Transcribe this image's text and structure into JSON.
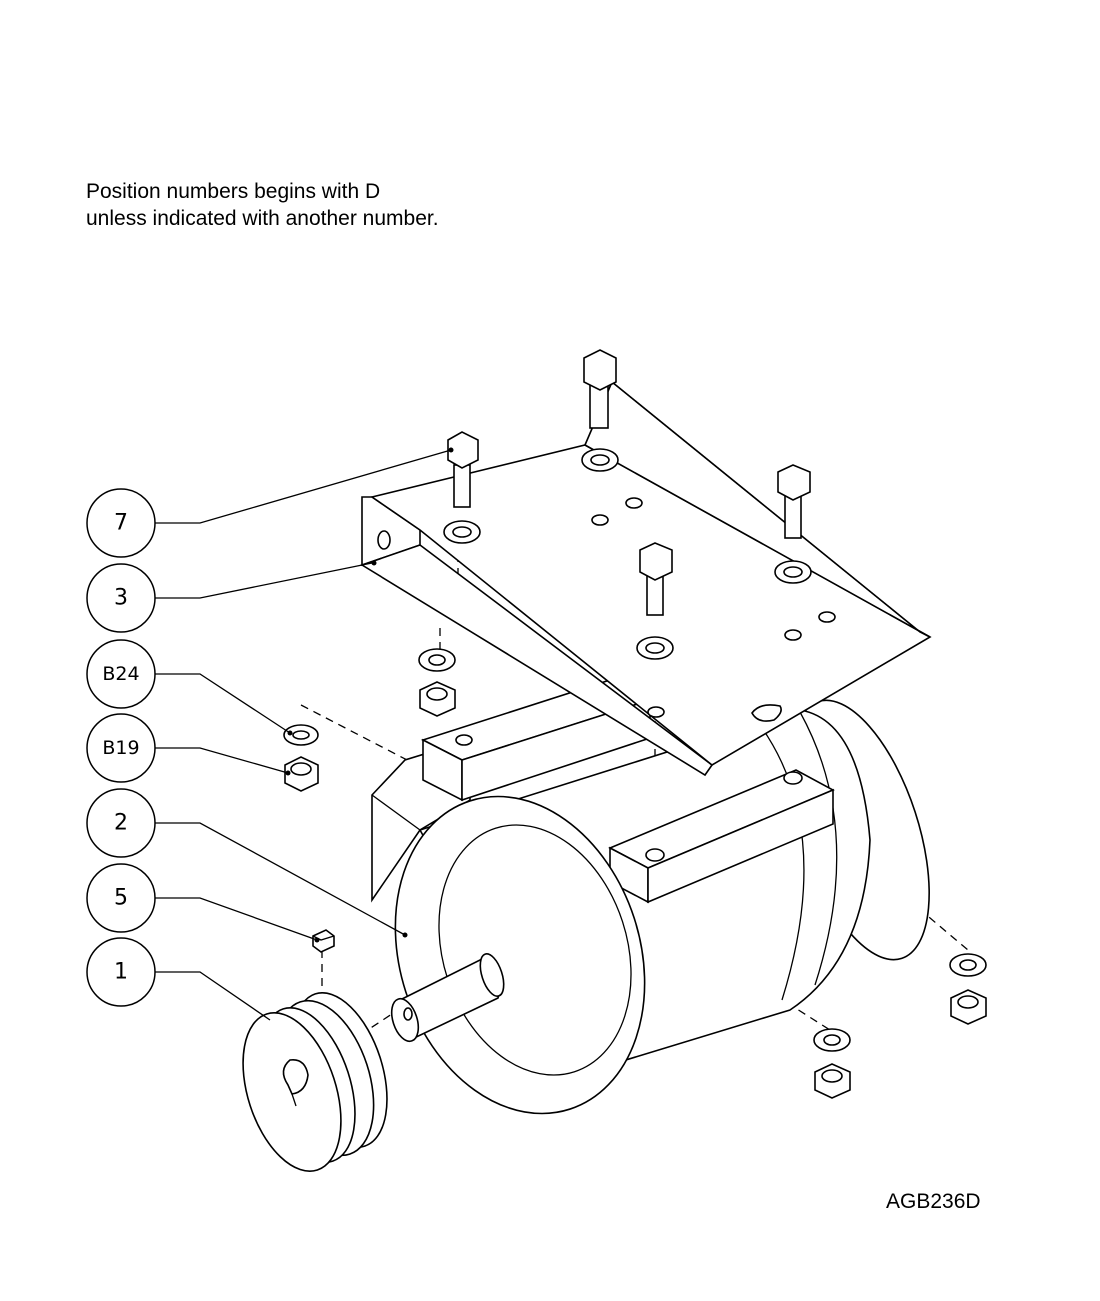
{
  "note": {
    "line1": "Position numbers begins with D",
    "line2": "unless indicated with another number."
  },
  "drawing_code": "AGB236D",
  "callouts": [
    {
      "id": "bolt",
      "label": "7"
    },
    {
      "id": "bracket",
      "label": "3"
    },
    {
      "id": "washer",
      "label": "B24"
    },
    {
      "id": "nut",
      "label": "B19"
    },
    {
      "id": "motor",
      "label": "2"
    },
    {
      "id": "key",
      "label": "5"
    },
    {
      "id": "pulley",
      "label": "1"
    }
  ]
}
